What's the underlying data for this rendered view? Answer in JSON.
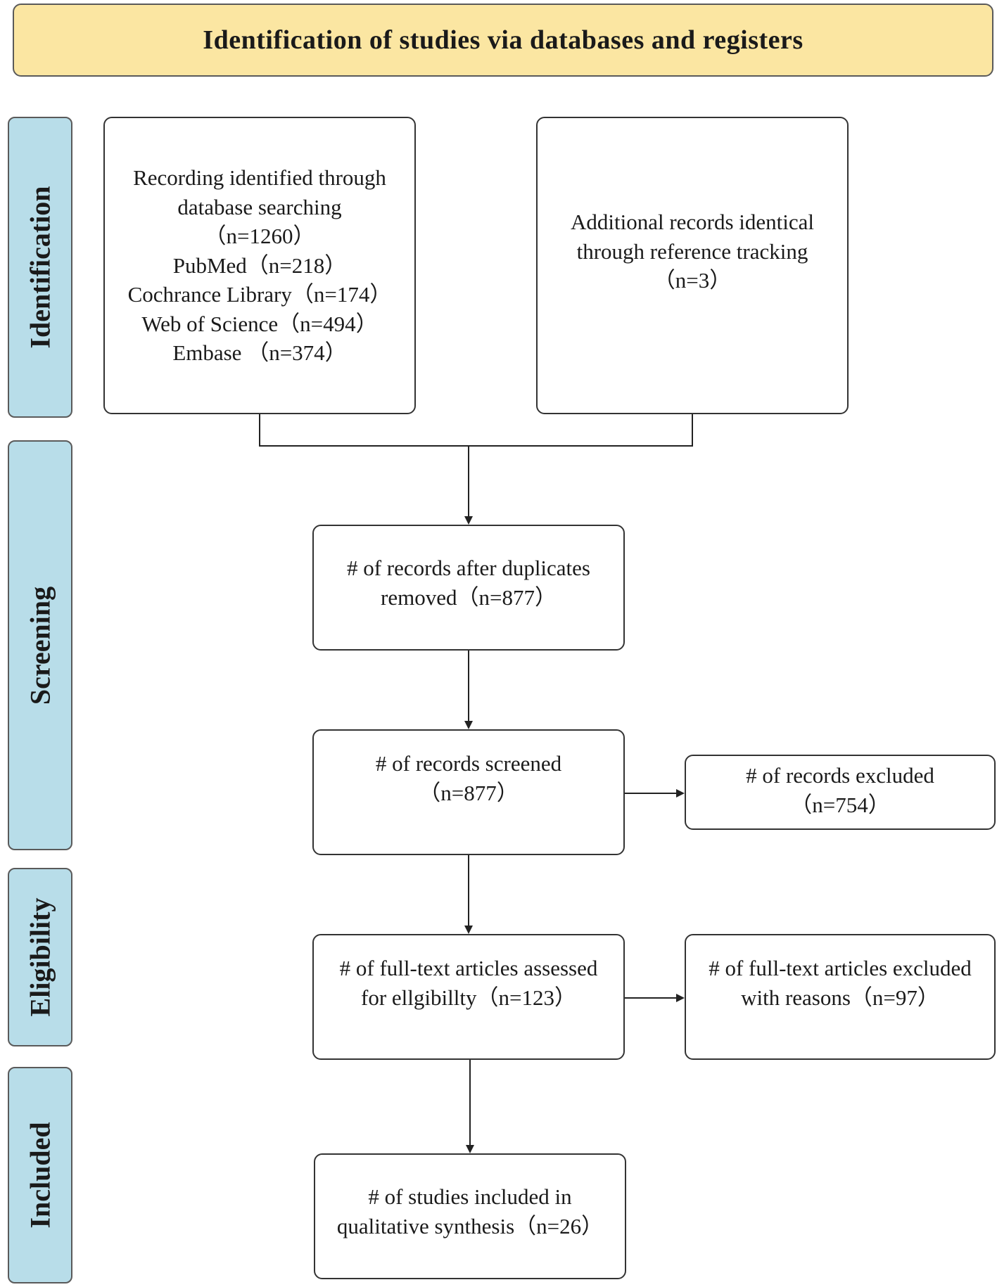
{
  "title": "Identification of studies via databases and registers",
  "stages": {
    "identification": "Identification",
    "screening": "Screening",
    "eligibility": "Eligibility",
    "included": "Included"
  },
  "boxes": {
    "database_search": {
      "lines": [
        "Recording  identified through",
        "database searching",
        "（n=1260）",
        "PubMed（n=218）",
        "Cochrance Library（n=174）",
        "Web of Science（n=494）",
        "Embase （n=374）"
      ]
    },
    "additional_records": {
      "lines": [
        "Additional records identical",
        "through reference tracking",
        "（n=3）"
      ]
    },
    "after_duplicates": {
      "lines": [
        "# of records after duplicates",
        "removed（n=877）"
      ]
    },
    "screened": {
      "lines": [
        "# of records screened",
        "（n=877）"
      ]
    },
    "excluded": {
      "lines": [
        "# of records excluded",
        "（n=754）"
      ]
    },
    "full_text_assessed": {
      "lines": [
        "# of full-text articles assessed",
        "for ellgibillty（n=123）"
      ]
    },
    "full_text_excluded": {
      "lines": [
        "# of full-text articles excluded",
        "with reasons（n=97）"
      ]
    },
    "included_studies": {
      "lines": [
        "# of studies included in",
        "qualitative synthesis（n=26）"
      ]
    }
  }
}
